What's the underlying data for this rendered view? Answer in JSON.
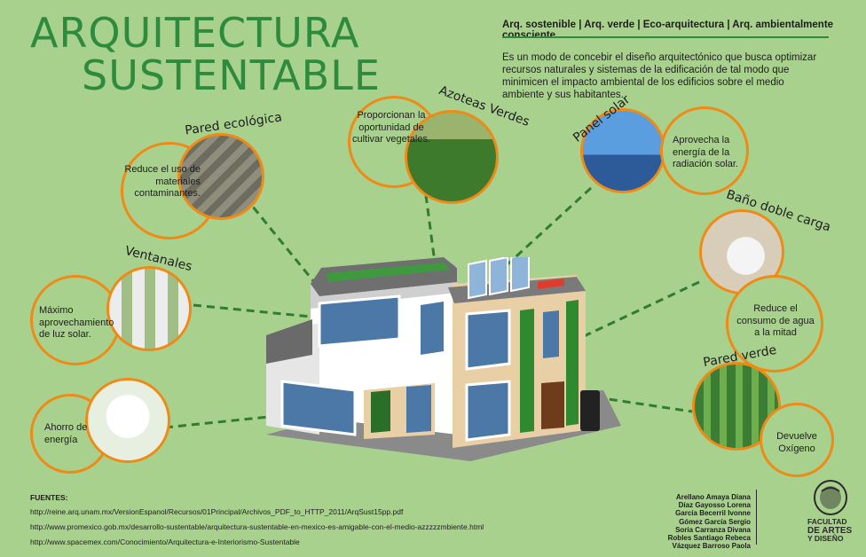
{
  "title": {
    "line1": "ARQUITECTURA",
    "line2": "SUSTENTABLE"
  },
  "tags": "Arq. sostenible | Arq. verde | Eco-arquitectura | Arq. ambientalmente consciente",
  "intro": "Es un modo de concebir el diseño arquitectónico que busca optimizar recursos naturales y sistemas de la edificación de tal modo que minimicen el impacto ambiental de los edificios sobre el medio ambiente y sus habitantes.",
  "features": [
    {
      "id": "pared-ecologica",
      "label": "Pared ecológica",
      "text": "Reduce el uso de materiales contaminantes."
    },
    {
      "id": "azoteas-verdes",
      "label": "Azoteas Verdes",
      "text": "Proporcionan la oportunidad de cultivar vegetales."
    },
    {
      "id": "panel-solar",
      "label": "Panel solar",
      "text": "Aprovecha la energía de la radiación solar."
    },
    {
      "id": "bano-doble-carga",
      "label": "Baño doble carga",
      "text": "Reduce el consumo de agua a la mitad"
    },
    {
      "id": "ventanales",
      "label": "Ventanales",
      "text": "Máximo aprovechamiento de luz solar."
    },
    {
      "id": "ahorro-energia",
      "label": "",
      "text": "Ahorro de energía"
    },
    {
      "id": "pared-verde",
      "label": "Pared verde",
      "text": "Devuelve Oxígeno"
    }
  ],
  "sources": {
    "heading": "FUENTES:",
    "links": [
      "http://reine.arq.unam.mx/VersionEspanol/Recursos/01Principal/Archivos_PDF_to_HTTP_2011/ArqSust15pp.pdf",
      "http://www.promexico.gob.mx/desarrollo-sustentable/arquitectura-sustentable-en-mexico-es-amigable-con-el-medio-azzzzzmbiente.html",
      "http://www.spacemex.com/Conocimiento/Arquitectura-e-Interiorismo-Sustentable"
    ]
  },
  "authors": [
    "Arellano Amaya Diana",
    "Díaz Gayosso Lorena",
    "García Becerril Ivonne",
    "Gómez García Sergio",
    "Soria Carranza Divana",
    "Robles Santiago Rebeca",
    "Vázquez Barroso Paola"
  ],
  "faculty": {
    "line1": "FACULTAD",
    "line2": "DE ARTES",
    "line3": "Y DISEÑO"
  },
  "colors": {
    "background": "#a9d18e",
    "accent_green": "#2e8b3e",
    "ring_orange": "#ef8a17",
    "dash_green": "#2f7d32"
  }
}
